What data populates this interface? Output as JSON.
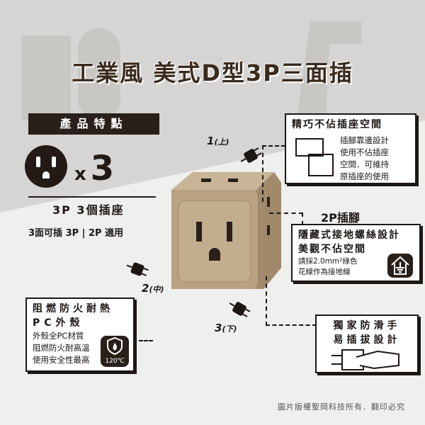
{
  "title": "工業風 美式D型3P三面插",
  "features_label": "產品特點",
  "outlet_count": "3",
  "outlet_multiplier": "x",
  "sockets_label": "3P 3個插座",
  "usage_label": "3面可插 3P | 2P 適用",
  "plug_labels": {
    "top": "1",
    "top_suffix": "(上)",
    "mid": "2",
    "mid_suffix": "(中)",
    "bottom": "3",
    "bottom_suffix": "(下)"
  },
  "pin_2p_label": "2P插腳",
  "box_space": {
    "title": "精巧不佔插座空間",
    "lines": [
      "插腳靠邊設計",
      "使用不佔插座",
      "空間．可維持",
      "原插座的使用"
    ]
  },
  "box_ground": {
    "title1": "隱藏式接地螺絲設計",
    "title2": "美觀不佔空間",
    "lines": [
      "請採2.0mm²綠色",
      "花線作為接地線"
    ]
  },
  "box_pc": {
    "title1": "阻燃防火耐熱",
    "title2": "PC外殼",
    "lines": [
      "外殼全PC材質",
      "阻燃防火耐高溫",
      "使用安全性最高"
    ],
    "badge": "120℃"
  },
  "box_grip": {
    "title1": "獨家防滑手",
    "title2": "易插拔設計"
  },
  "footer": "圖片版權聖岡科技所有．翻印必究",
  "colors": {
    "device": "#b59e80",
    "dark": "#2a201a"
  }
}
